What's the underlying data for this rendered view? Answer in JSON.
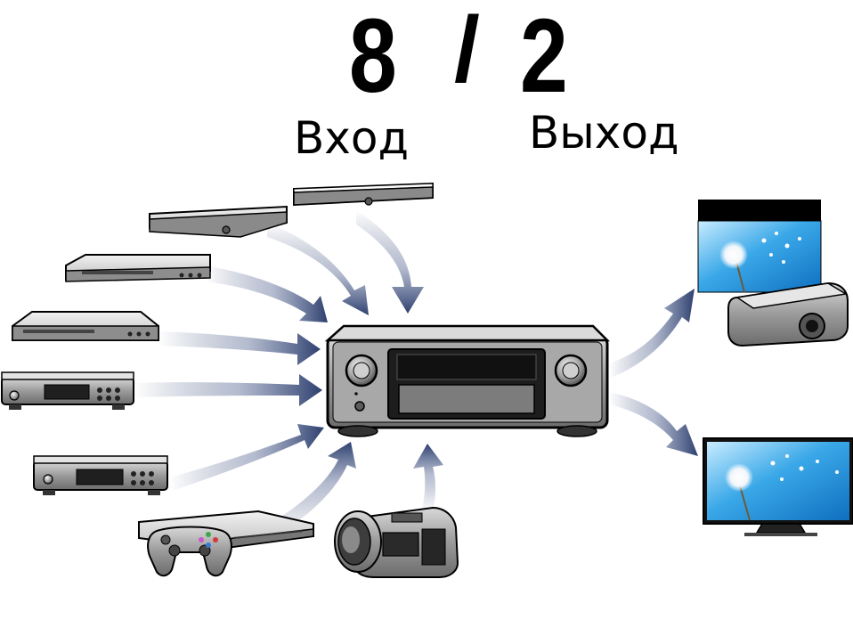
{
  "heading": {
    "inputs_count": "8",
    "separator": "/",
    "outputs_count": "2"
  },
  "labels": {
    "input": "Вход",
    "output": "Выход"
  },
  "colors": {
    "arrow": "#2d3f6e",
    "device_body": "#8c8c8c",
    "device_dark": "#2b2b2b",
    "screen_sky": "#3aa8e8"
  },
  "devices": {
    "inputs": [
      "blu-ray-player-icon",
      "blu-ray-player-icon",
      "dvd-player-icon",
      "dvd-player-icon",
      "cd-player-icon",
      "cd-player-icon",
      "game-console-icon",
      "camcorder-icon"
    ],
    "receiver": "av-receiver-icon",
    "outputs": [
      "projector-icon",
      "tv-icon"
    ]
  }
}
